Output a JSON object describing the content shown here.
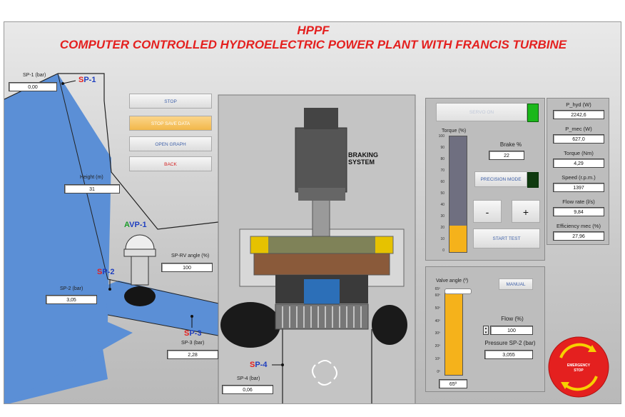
{
  "header": {
    "title": "HPPF",
    "subtitle": "COMPUTER CONTROLLED HYDROELECTRIC POWER PLANT WITH FRANCIS TURBINE"
  },
  "sensors": {
    "sp1": {
      "tag_s": "S",
      "tag_p": "P-1",
      "label": "SP-1 (bar)",
      "value": "0,00"
    },
    "sp2": {
      "tag_s": "S",
      "tag_p": "P-2",
      "label": "SP-2 (bar)",
      "value": "3,05"
    },
    "sp3": {
      "tag_s": "S",
      "tag_p": "P-3",
      "label": "SP-3 (bar)",
      "value": "2,28"
    },
    "sp4": {
      "tag_s": "S",
      "tag_p": "P-4",
      "label": "SP-4 (bar)",
      "value": "0,06"
    },
    "height": {
      "label": "Height (m)",
      "value": "31"
    },
    "avp": {
      "tag_a": "A",
      "tag_v": "VP-1",
      "label": "SP-RV angle (%)",
      "value": "100"
    }
  },
  "controls": {
    "stop": "STOP",
    "stop_save": "STOP SAVE DATA",
    "open_graph": "OPEN GRAPH",
    "back": "BACK"
  },
  "braking": {
    "label": "BRAKING\nSYSTEM"
  },
  "servo_panel": {
    "servo_label": "SERVO ON",
    "torque_label": "Torque (%)",
    "torque_scale": [
      "100",
      "90",
      "80",
      "70",
      "60",
      "50",
      "40",
      "30",
      "20",
      "10",
      "0"
    ],
    "torque_level_percent": 23,
    "brake_label": "Brake %",
    "brake_value": "22",
    "precision_label": "PRECISION MODE",
    "minus": "-",
    "plus": "+",
    "start_test": "START TEST"
  },
  "valve_panel": {
    "valve_label": "Valve angle (º)",
    "valve_scale": [
      "65º",
      "60º",
      "50º",
      "40º",
      "30º",
      "20º",
      "10º",
      "0º"
    ],
    "valve_level_percent": 100,
    "valve_value": "65º",
    "manual": "MANUAL",
    "flow_label": "Flow (%)",
    "flow_value": "100",
    "pressure_label": "Pressure SP-2 (bar)",
    "pressure_value": "3,055"
  },
  "measurements": [
    {
      "label": "P_hyd (W)",
      "value": "2242,6"
    },
    {
      "label": "P_mec (W)",
      "value": "627,0"
    },
    {
      "label": "Torque (Nm)",
      "value": "4,29"
    },
    {
      "label": "Speed (r.p.m.)",
      "value": "1397"
    },
    {
      "label": "Flow rate (l/s)",
      "value": "9,84"
    },
    {
      "label": "Efficiency mec (%)",
      "value": "27,96"
    }
  ],
  "emergency": {
    "line1": "EMERGENCY",
    "line2": "STOP"
  },
  "colors": {
    "title": "#e4201f",
    "water": "#5b8fd6",
    "bar_fill": "#f5b21b",
    "bar_empty": "#6f6f80",
    "led_green": "#1bb81b"
  }
}
